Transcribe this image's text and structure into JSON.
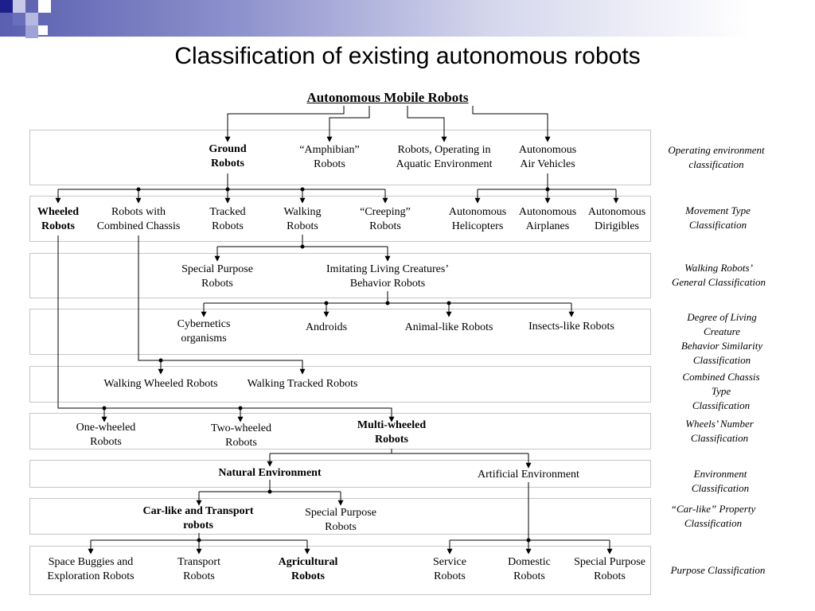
{
  "title": "Classification of existing autonomous robots",
  "root": "Autonomous Mobile Robots",
  "bands": [
    {
      "classification": "Operating environment\nclassification"
    },
    {
      "classification": "Movement Type\nClassification"
    },
    {
      "classification": "Walking Robots’\nGeneral Classification"
    },
    {
      "classification": "Degree of Living Creature\nBehavior Similarity\nClassification"
    },
    {
      "classification": "Combined Chassis Type\nClassification"
    },
    {
      "classification": "Wheels’ Number\nClassification"
    },
    {
      "classification": "Environment Classification"
    },
    {
      "classification": "“Car-like” Property\nClassification"
    },
    {
      "classification": "Purpose Classification"
    }
  ],
  "nodes": {
    "ground": "Ground\nRobots",
    "amphibian": "“Amphibian”\nRobots",
    "aquatic": "Robots, Operating in\nAquatic Environment",
    "air": "Autonomous\nAir Vehicles",
    "wheeled": "Wheeled\nRobots",
    "combined": "Robots with\nCombined Chassis",
    "tracked": "Tracked\nRobots",
    "walking": "Walking\nRobots",
    "creeping": "“Creeping”\nRobots",
    "helicopters": "Autonomous\nHelicopters",
    "airplanes": "Autonomous\nAirplanes",
    "dirigibles": "Autonomous\nDirigibles",
    "special_purpose": "Special Purpose\nRobots",
    "imitating": "Imitating Living Creatures’\nBehavior Robots",
    "cybernetics": "Cybernetics\norganisms",
    "androids": "Androids",
    "animal_like": "Animal-like Robots",
    "insects_like": "Insects-like Robots",
    "walking_wheeled": "Walking Wheeled Robots",
    "walking_tracked": "Walking Tracked Robots",
    "one_wheeled": "One-wheeled\nRobots",
    "two_wheeled": "Two-wheeled\nRobots",
    "multi_wheeled": "Multi-wheeled\nRobots",
    "natural_env": "Natural Environment",
    "artificial_env": "Artificial Environment",
    "car_like": "Car-like and Transport\nrobots",
    "special_purpose_2": "Special Purpose\nRobots",
    "space_buggies": "Space Buggies and\nExploration Robots",
    "transport": "Transport\nRobots",
    "agricultural": "Agricultural\nRobots",
    "service": "Service\nRobots",
    "domestic": "Domestic\nRobots",
    "special_purpose_3": "Special Purpose\nRobots"
  },
  "colors": {
    "accent": "#5a5fb0",
    "band_border": "#c6c6c6",
    "line": "#000000"
  }
}
